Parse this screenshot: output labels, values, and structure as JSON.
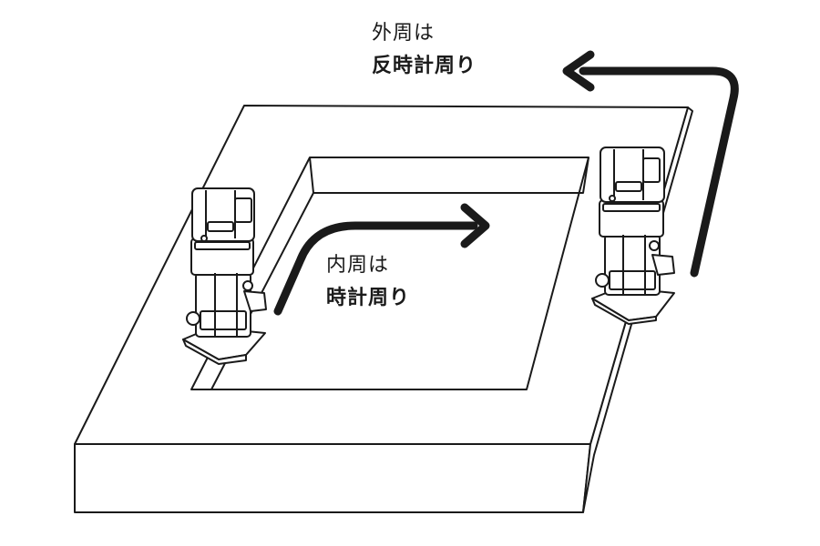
{
  "labels": {
    "outer": {
      "line1": "外周は",
      "line2": "反時計周り"
    },
    "inner": {
      "line1": "内周は",
      "line2": "時計周り"
    }
  },
  "colors": {
    "line": "#1a1a1a",
    "fill": "#ffffff",
    "arrow": "#1a1a1a"
  },
  "icons": {
    "outer_arrow": "arrow-counterclockwise-icon",
    "inner_arrow": "arrow-clockwise-icon",
    "tool": "trim-router-icon"
  }
}
